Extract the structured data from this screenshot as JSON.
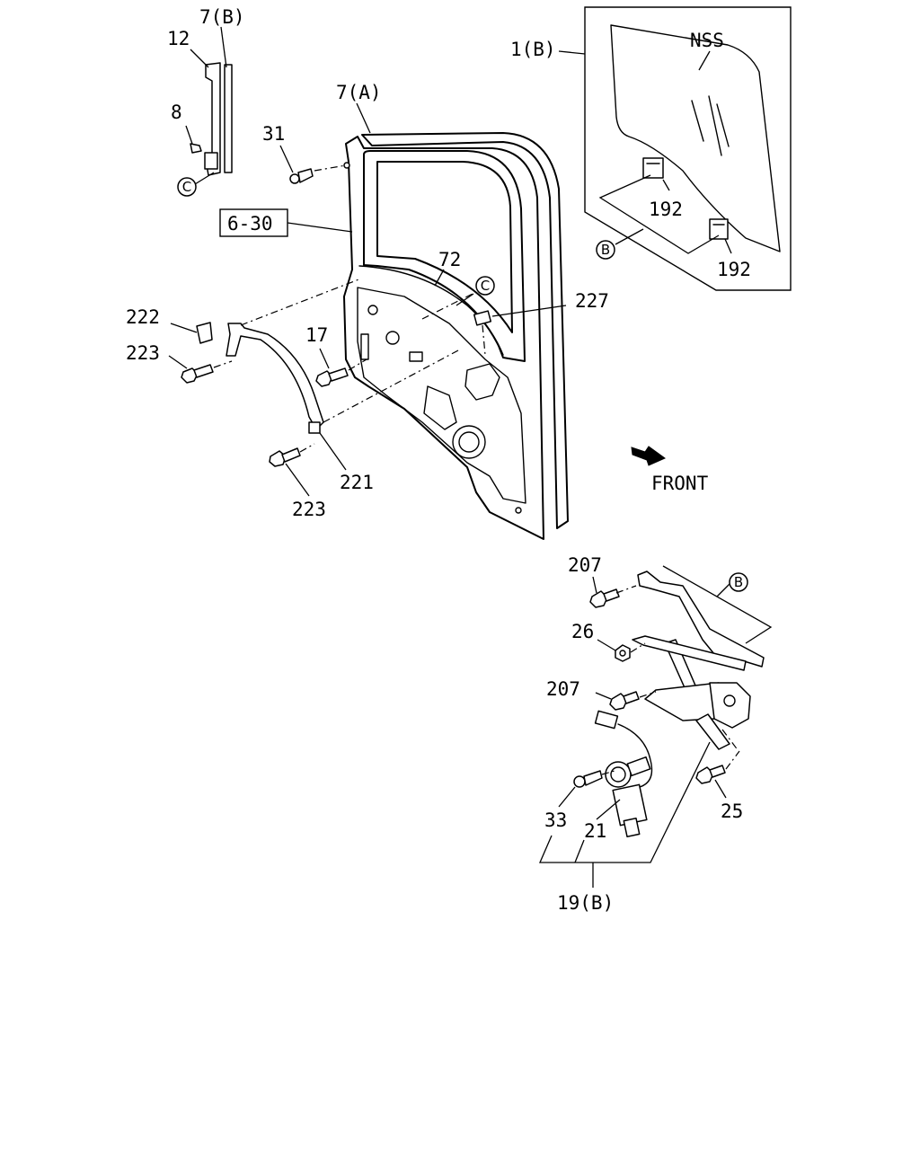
{
  "diagram": {
    "callouts": {
      "c_7b": "7(B)",
      "c_12": "12",
      "c_8": "8",
      "c_1b": "1(B)",
      "c_nss": "NSS",
      "c_7a": "7(A)",
      "c_31": "31",
      "c_6_30": "6-30",
      "c_72": "72",
      "c_227": "227",
      "c_222": "222",
      "c_223_top": "223",
      "c_17": "17",
      "c_221": "221",
      "c_223_bottom": "223",
      "c_192_top": "192",
      "c_192_bottom": "192",
      "c_207_top": "207",
      "c_26": "26",
      "c_207_mid": "207",
      "c_25": "25",
      "c_33": "33",
      "c_21": "21",
      "c_19b": "19(B)"
    },
    "ref_markers": {
      "c_marker_left": "C",
      "c_marker_door": "C",
      "b_marker_glass": "B",
      "b_marker_regulator": "B"
    },
    "front_label": "FRONT"
  }
}
